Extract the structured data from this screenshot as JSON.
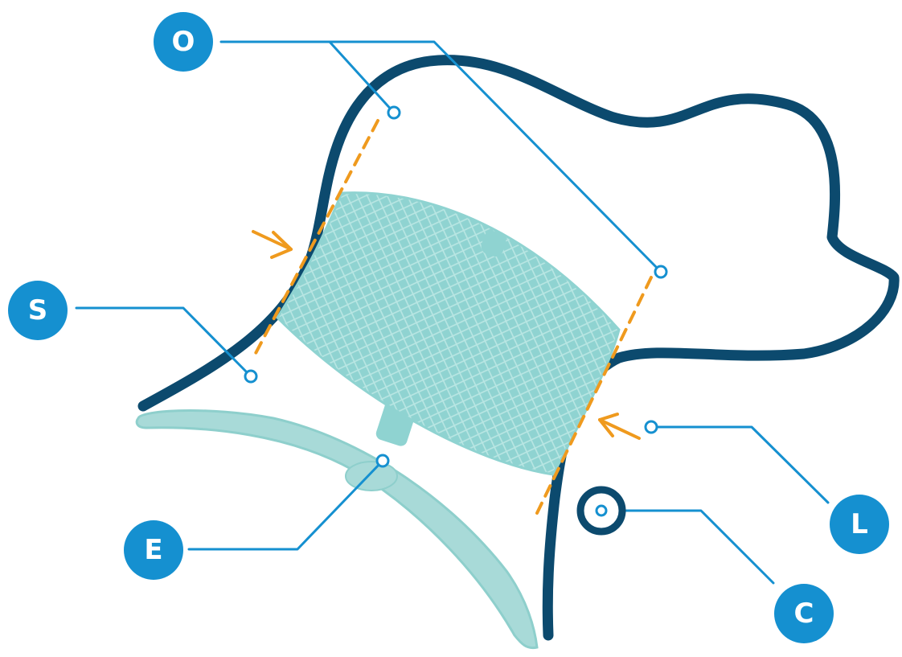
{
  "colors": {
    "outline": "#0c4a6e",
    "mesh": "#8fd3d1",
    "mesh_dark": "#6cc0bf",
    "disc": "#a8dad8",
    "leader": "#1590d0",
    "badge": "#1590d0",
    "dashed": "#ef9a1e",
    "arrow": "#ef9a1e",
    "badge_text": "#ffffff"
  },
  "labels": {
    "o": "O",
    "s": "S",
    "e": "E",
    "l": "L",
    "c": "C"
  },
  "icons": {
    "badge": "circle-badge",
    "arrow": "arrow-right-icon",
    "marker": "ring-marker-icon"
  }
}
